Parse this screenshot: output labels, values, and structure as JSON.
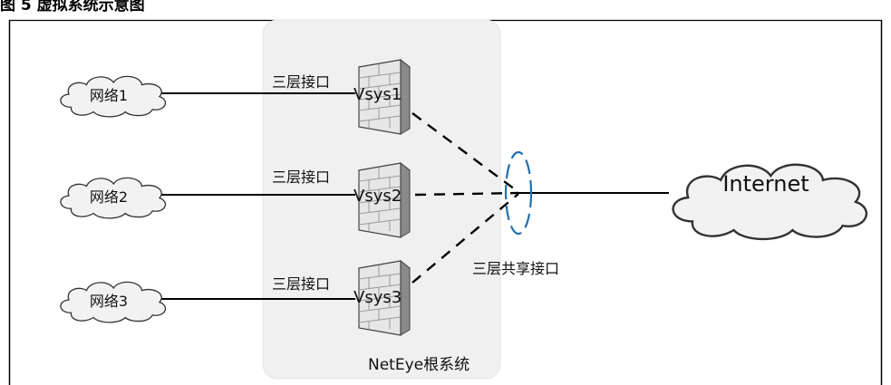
{
  "title": "图 5  虚拟系统示意图",
  "networks": [
    {
      "label": "网络1"
    },
    {
      "label": "网络2"
    },
    {
      "label": "网络3"
    }
  ],
  "interface_labels": [
    "三层接口",
    "三层接口",
    "三层接口"
  ],
  "vsys": [
    {
      "label": "Vsys1"
    },
    {
      "label": "Vsys2"
    },
    {
      "label": "Vsys3"
    }
  ],
  "shared_interface_label": "三层共享接口",
  "internet_label": "Internet",
  "root_system_label": "NetEye根系统",
  "colors": {
    "root_box": "#f0f0f0",
    "ellipse": "#1f6fb2",
    "cloud_fill": "#f2f2f2",
    "firewall_light": "#e6e6e6",
    "firewall_dark": "#8a8a8a"
  }
}
